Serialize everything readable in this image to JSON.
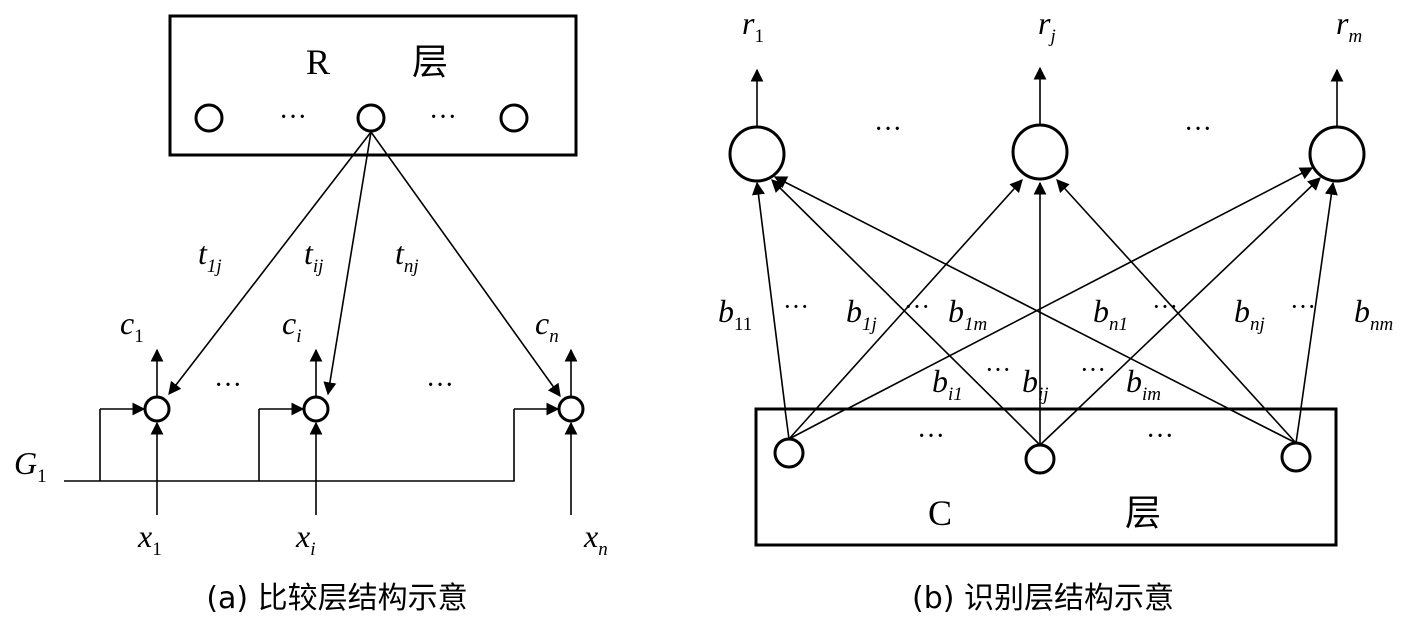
{
  "panel_a": {
    "caption": "(a) 比较层结构示意",
    "layer_box": {
      "letter": "R",
      "word": "层"
    },
    "ellipsis": "···",
    "weights": {
      "first": [
        "t",
        "1j"
      ],
      "middle": [
        "t",
        "ij"
      ],
      "last": [
        "t",
        "nj"
      ]
    },
    "outputs": {
      "first": [
        "c",
        "1"
      ],
      "middle": [
        "c",
        "i"
      ],
      "last": [
        "c",
        "n"
      ]
    },
    "inputs": {
      "first": [
        "x",
        "1"
      ],
      "middle": [
        "x",
        "i"
      ],
      "last": [
        "x",
        "n"
      ]
    },
    "gain": [
      "G",
      "1"
    ]
  },
  "panel_b": {
    "caption": "(b) 识别层结构示意",
    "layer_box": {
      "letter": "C",
      "word": "层"
    },
    "ellipsis": "···",
    "outputs": {
      "first": [
        "r",
        "1"
      ],
      "middle": [
        "r",
        "j"
      ],
      "last": [
        "r",
        "m"
      ]
    },
    "weights": {
      "b11": [
        "b",
        "11"
      ],
      "b1j": [
        "b",
        "1j"
      ],
      "b1m": [
        "b",
        "1m"
      ],
      "bn1": [
        "b",
        "n1"
      ],
      "bnj": [
        "b",
        "nj"
      ],
      "bnm": [
        "b",
        "nm"
      ],
      "bi1": [
        "b",
        "i1"
      ],
      "bij": [
        "b",
        "ij"
      ],
      "bim": [
        "b",
        "im"
      ]
    }
  }
}
